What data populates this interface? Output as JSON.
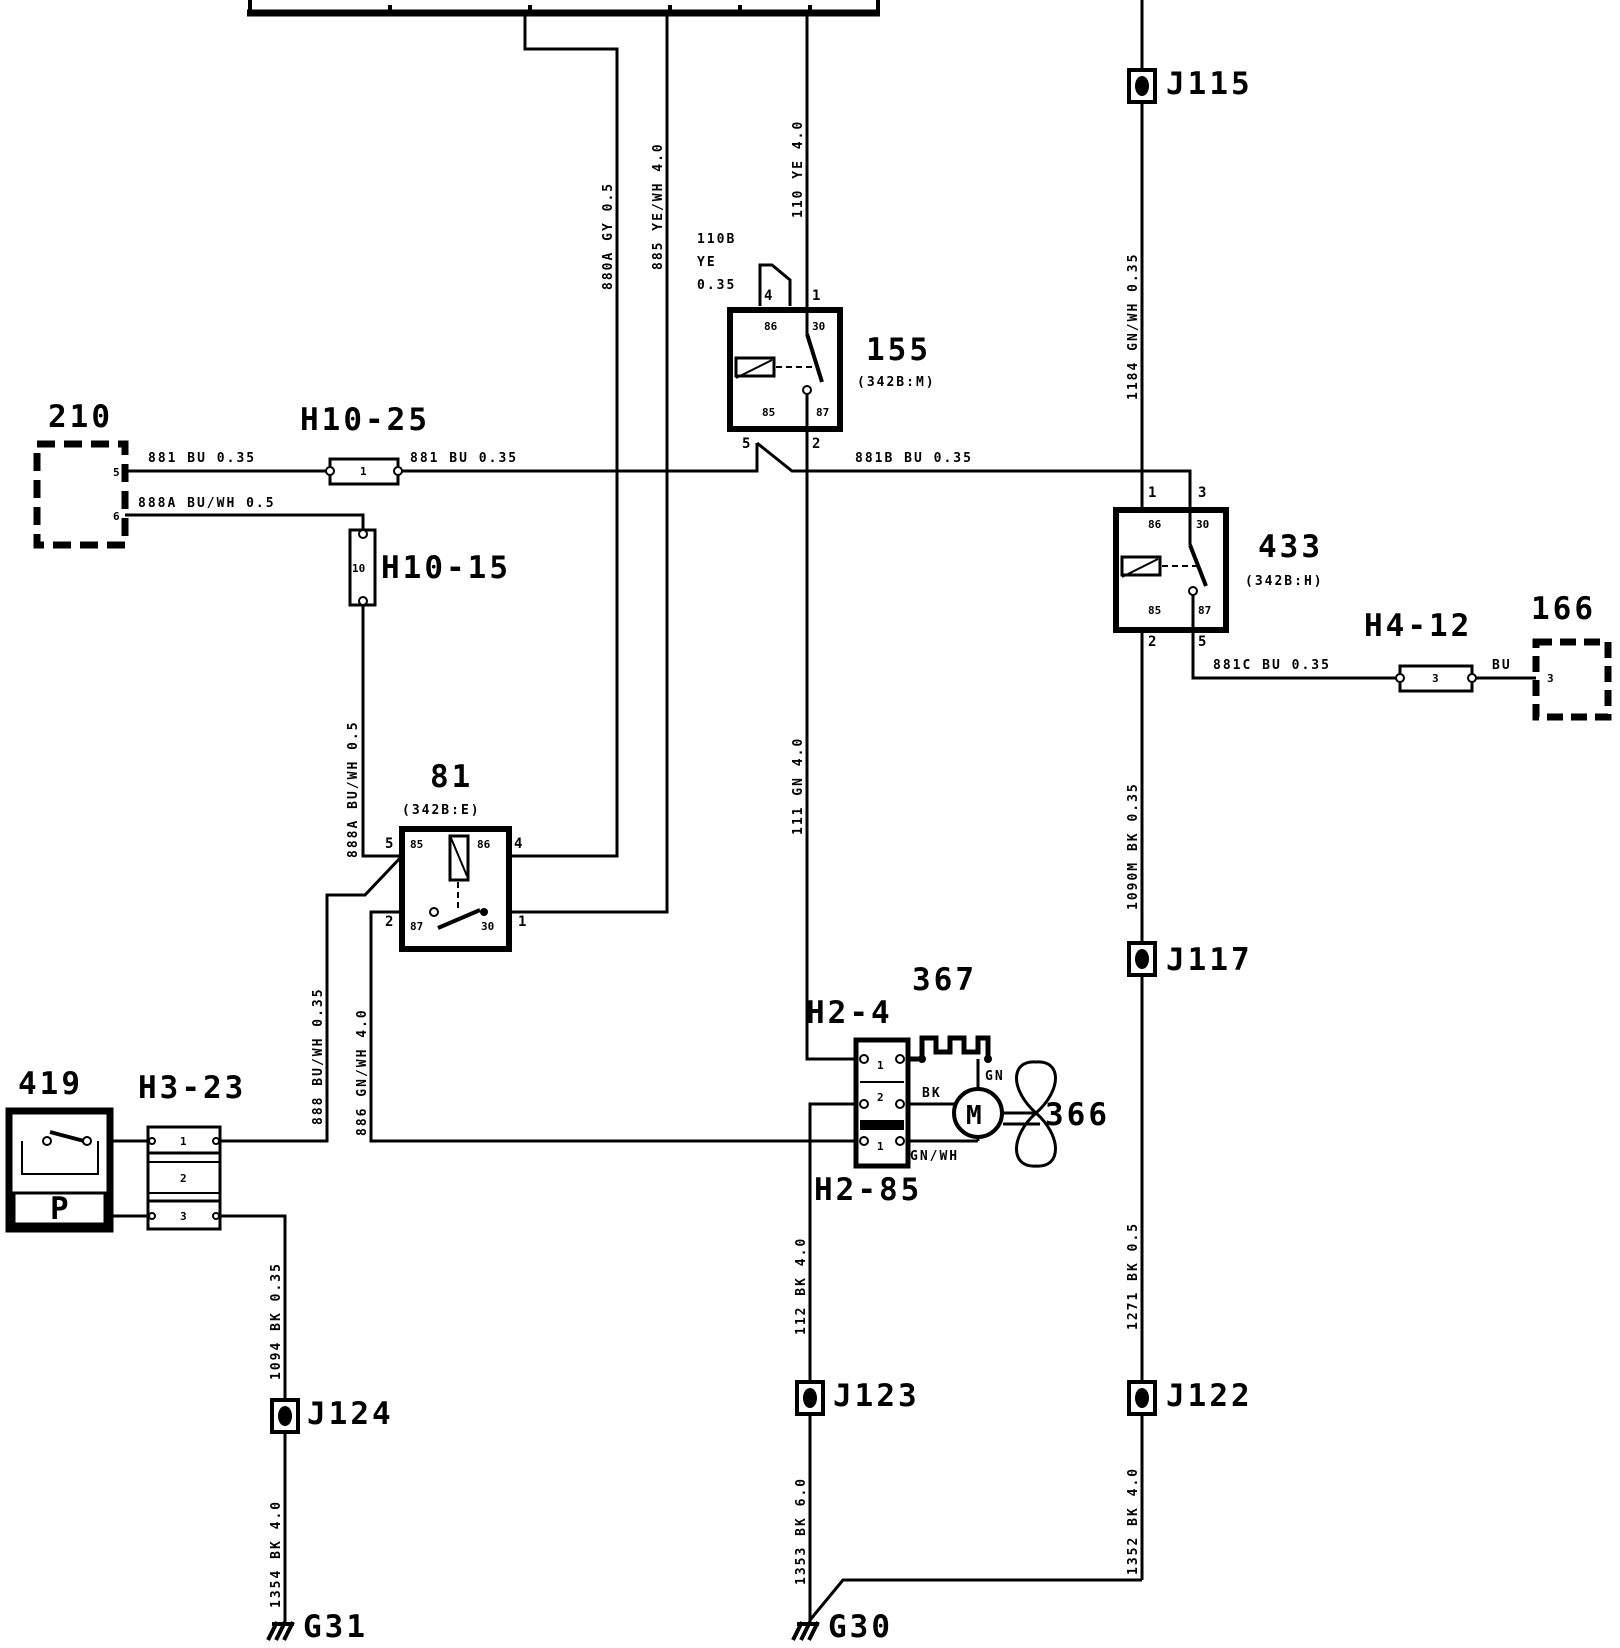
{
  "components": {
    "c210": {
      "id": "210",
      "pins": [
        "5",
        "6"
      ]
    },
    "c166": {
      "id": "166",
      "pin": "3"
    },
    "c155": {
      "id": "155",
      "ref": "(342B:M)",
      "pins": [
        "4",
        "1",
        "5",
        "2"
      ],
      "terms": [
        "86",
        "30",
        "85",
        "87"
      ]
    },
    "c433": {
      "id": "433",
      "ref": "(342B:H)",
      "pins": [
        "1",
        "3",
        "2",
        "5"
      ],
      "terms": [
        "86",
        "30",
        "85",
        "87"
      ]
    },
    "c81": {
      "id": "81",
      "ref": "(342B:E)",
      "pins": [
        "5",
        "4",
        "2",
        "1"
      ],
      "terms": [
        "85",
        "86",
        "87",
        "30"
      ]
    },
    "c419": {
      "id": "419",
      "sym": "P"
    },
    "c367": {
      "id": "367"
    },
    "c366": {
      "id": "366",
      "motor": "M"
    }
  },
  "connectors": {
    "h10_25": {
      "id": "H10-25",
      "pin": "1"
    },
    "h10_15": {
      "id": "H10-15",
      "pin": "10"
    },
    "h4_12": {
      "id": "H4-12",
      "pin": "3"
    },
    "h3_23": {
      "id": "H3-23",
      "pins": [
        "1",
        "2",
        "3"
      ]
    },
    "h2_4": {
      "id": "H2-4",
      "pins": [
        "1",
        "2"
      ]
    },
    "h2_85": {
      "id": "H2-85",
      "pin": "1"
    }
  },
  "junctions": [
    "J115",
    "J117",
    "J122",
    "J123",
    "J124"
  ],
  "grounds": [
    "G31",
    "G30"
  ],
  "wires": {
    "w880a": "880A  GY  0.5",
    "w885": "885  YE/WH  4.0",
    "w110": "110  YE  4.0",
    "w110b_1": "110B",
    "w110b_2": "YE",
    "w110b_3": "0.35",
    "w1184": "1184  GN/WH  0.35",
    "w881a": "881  BU  0.35",
    "w881b": "881  BU  0.35",
    "w881B": "881B  BU  0.35",
    "w888a_h": "888A  BU/WH  0.5",
    "w888a_v": "888A  BU/WH  0.5",
    "w111": "111  GN  4.0",
    "w1090m": "1090M  BK  0.35",
    "w881c": "881C  BU  0.35",
    "w881c_bu": "BU",
    "w888": "888  BU/WH  0.35",
    "w886": "886  GN/WH  4.0",
    "w1094": "1094  BK  0.35",
    "w1354": "1354  BK  4.0",
    "w112": "112  BK  4.0",
    "w1353": "1353  BK  6.0",
    "w1271": "1271  BK  0.5",
    "w1352": "1352  BK  4.0",
    "w_bk": "BK",
    "w_gn": "GN",
    "w_gnwh": "GN/WH"
  }
}
